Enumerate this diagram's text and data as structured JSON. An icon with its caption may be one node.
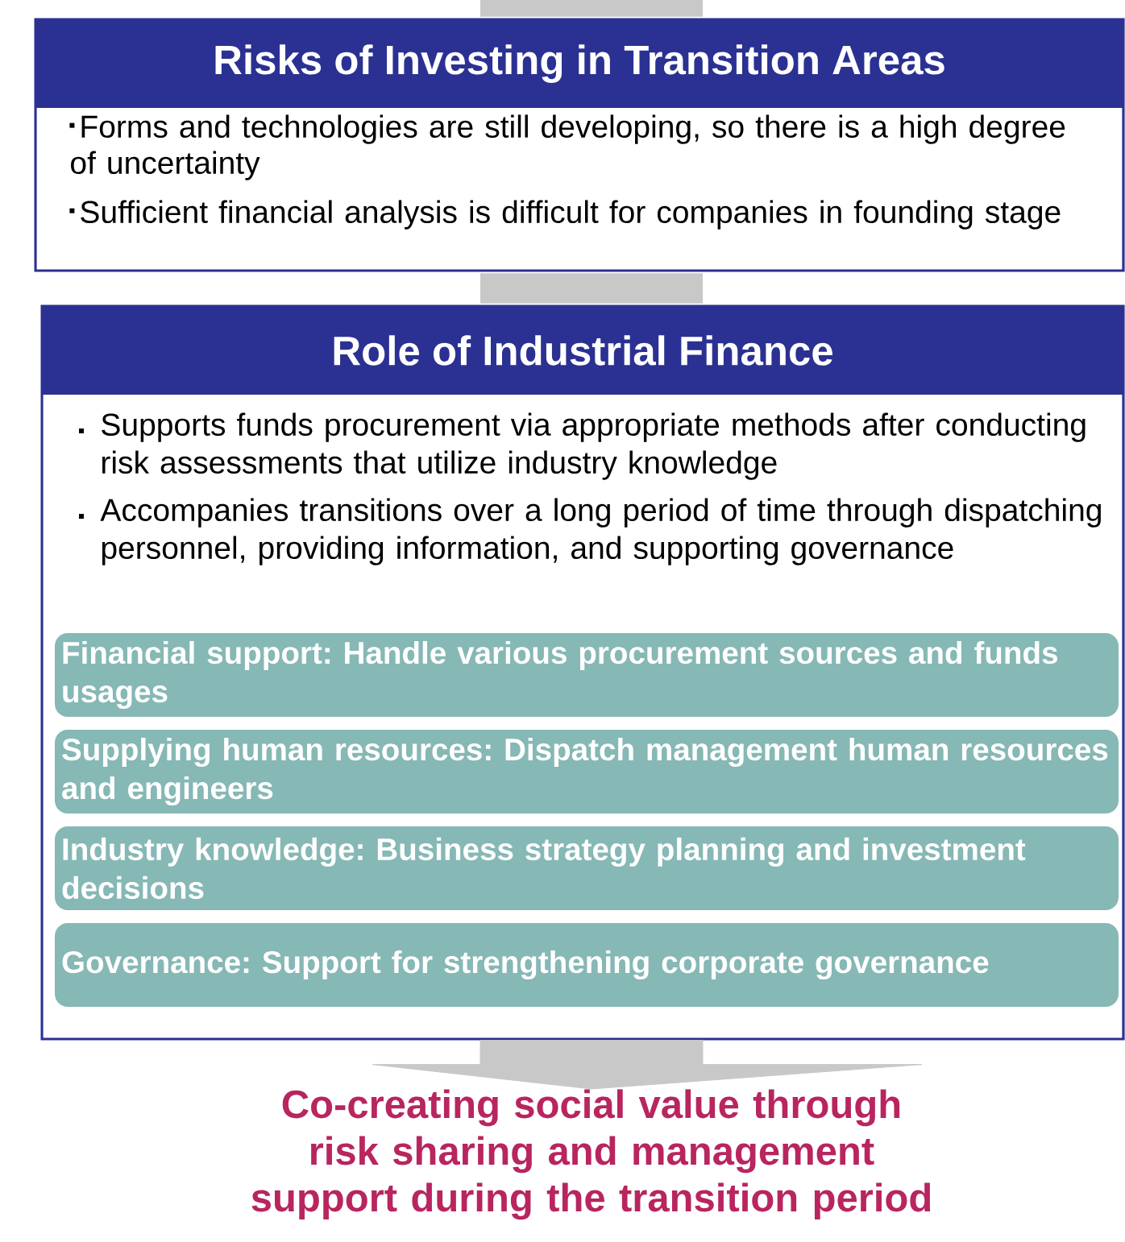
{
  "diagram": {
    "nodes": [
      {
        "text": [
          "Risks of Investing in Transition Areas",
          "Forms and technologies are still developing, so there is a high degree of uncertainty",
          "Sufficient financial analysis is difficult for companies in founding stage"
        ]
      },
      {
        "text": [
          "Role of Industrial Finance",
          "Supports funds procurement via appropriate methods after conducting risk assessments that utilize industry knowledge",
          "Accompanies transitions over a long period of time through dispatching personnel, providing information, and supporting governance"
        ]
      },
      {
        "text": [
          "Financial support: Handle various procurement sources and funds usages"
        ],
        "in": 1
      },
      {
        "text": [
          "Supplying human resources: Dispatch management human resources and engineers"
        ],
        "in": 1
      },
      {
        "text": [
          "Industry knowledge: Business strategy planning and investment decisions"
        ],
        "in": 1
      },
      {
        "text": [
          "Governance: Support for strengthening corporate governance"
        ],
        "in": 1
      },
      {
        "text": [
          "Co-creating social value through risk sharing and management support during the transition period"
        ]
      }
    ],
    "edges": [
      {
        "from": null,
        "to": 0,
        "arrow": "none"
      },
      {
        "from": 0,
        "to": 1,
        "arrow": "none"
      },
      {
        "from": 1,
        "to": 6,
        "arrow": "to"
      }
    ]
  }
}
